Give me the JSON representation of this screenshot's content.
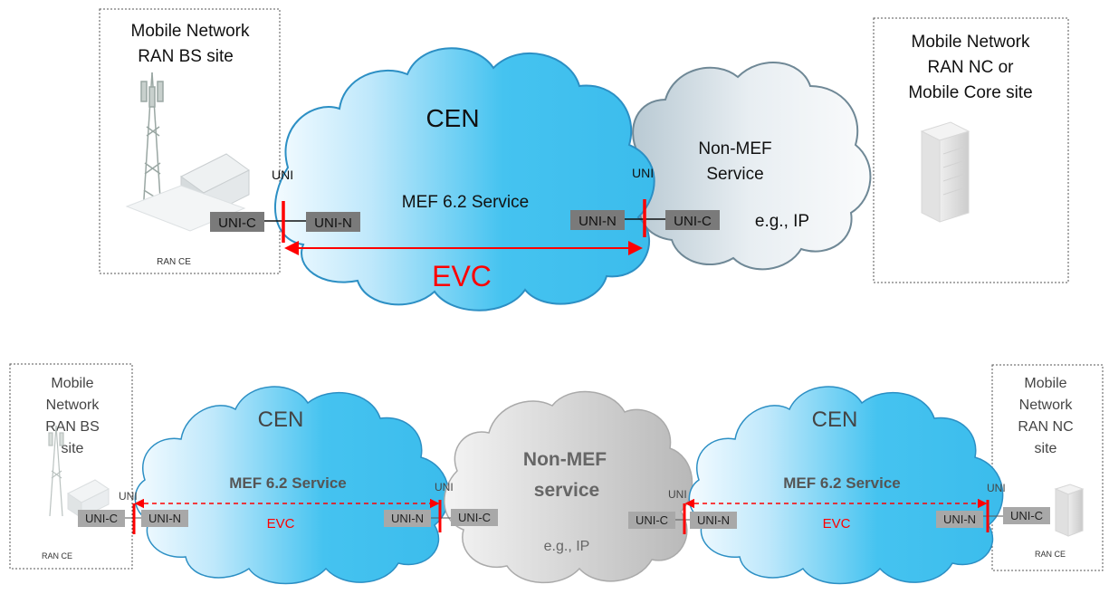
{
  "top": {
    "bs_site": {
      "line1": "Mobile Network",
      "line2": "RAN BS site",
      "ran_ce": "RAN CE"
    },
    "nc_site": {
      "line1": "Mobile Network",
      "line2": "RAN NC or",
      "line3": "Mobile Core site"
    },
    "cen": {
      "title": "CEN",
      "service": "MEF 6.2 Service",
      "evc": "EVC"
    },
    "non_mef": {
      "line1": "Non-MEF",
      "line2": "Service",
      "example": "e.g., IP"
    },
    "uni_left": "UNI",
    "uni_right": "UNI",
    "unic_left": "UNI-C",
    "unin_left": "UNI-N",
    "unin_right": "UNI-N",
    "unic_right": "UNI-C"
  },
  "bottom": {
    "bs_site": {
      "line1": "Mobile",
      "line2": "Network",
      "line3": "RAN BS",
      "line4": "site",
      "ran_ce": "RAN CE"
    },
    "nc_site": {
      "line1": "Mobile",
      "line2": "Network",
      "line3": "RAN NC",
      "line4": "site",
      "ran_ce": "RAN CE"
    },
    "cen_left": {
      "title": "CEN",
      "service": "MEF 6.2 Service",
      "evc": "EVC"
    },
    "cen_right": {
      "title": "CEN",
      "service": "MEF 6.2 Service",
      "evc": "EVC"
    },
    "non_mef": {
      "line1": "Non-MEF",
      "line2": "service",
      "example": "e.g., IP"
    },
    "uni": [
      "UNI",
      "UNI",
      "UNI",
      "UNI"
    ],
    "unic": [
      "UNI-C",
      "UNI-C",
      "UNI-C",
      "UNI-C"
    ],
    "unin": [
      "UNI-N",
      "UNI-N",
      "UNI-N",
      "UNI-N"
    ]
  },
  "colors": {
    "cloud_blue": "#45c3f0",
    "cloud_light": "#f2faff",
    "non_mef_grey": "#c9d4da",
    "evc_red": "#ff0000",
    "uni_box": "#7a7a7a",
    "uni_box_light": "#a8a8a8"
  }
}
